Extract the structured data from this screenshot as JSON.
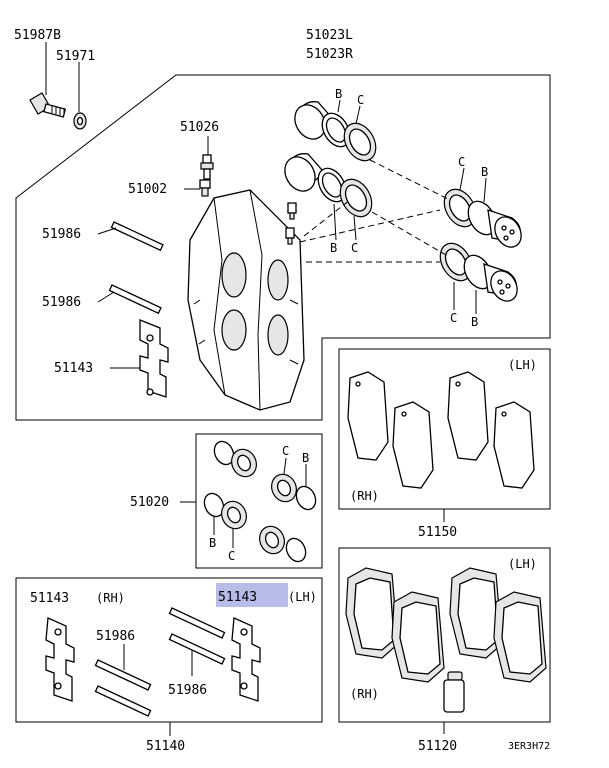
{
  "labels": {
    "l51987b": "51987B",
    "l51971": "51971",
    "l51023l": "51023L",
    "l51023r": "51023R",
    "l51026": "51026",
    "l51002": "51002",
    "l51986a": "51986",
    "l51986b": "51986",
    "l51143a": "51143",
    "l51020": "51020",
    "l51150": "51150",
    "l51143_rh": "51143",
    "l51143_lh": "51143",
    "l51986c": "51986",
    "l51986d": "51986",
    "l51140": "51140",
    "l51120": "51120",
    "code": "3ER3H72"
  },
  "side": {
    "lh": "(LH)",
    "rh": "(RH)"
  },
  "seal": {
    "b": "B",
    "c": "C"
  },
  "colors": {
    "highlight": "#9fa6e0",
    "line": "#000000"
  }
}
